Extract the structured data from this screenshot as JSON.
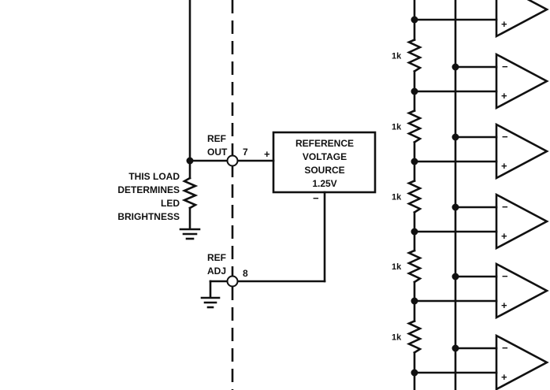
{
  "load_label": [
    "THIS LOAD",
    "DETERMINES",
    "LED",
    "BRIGHTNESS"
  ],
  "ref_out": [
    "REF",
    "OUT"
  ],
  "ref_adj": [
    "REF",
    "ADJ"
  ],
  "pin_out": "7",
  "pin_adj": "8",
  "ref_block": {
    "lines": [
      "REFERENCE",
      "VOLTAGE",
      "SOURCE",
      "1.25V"
    ],
    "plus": "+",
    "minus": "−"
  },
  "divider": {
    "resistor_label": "1k",
    "resistor_count": 5,
    "comparator_count": 6,
    "minus": "−",
    "plus": "+"
  }
}
